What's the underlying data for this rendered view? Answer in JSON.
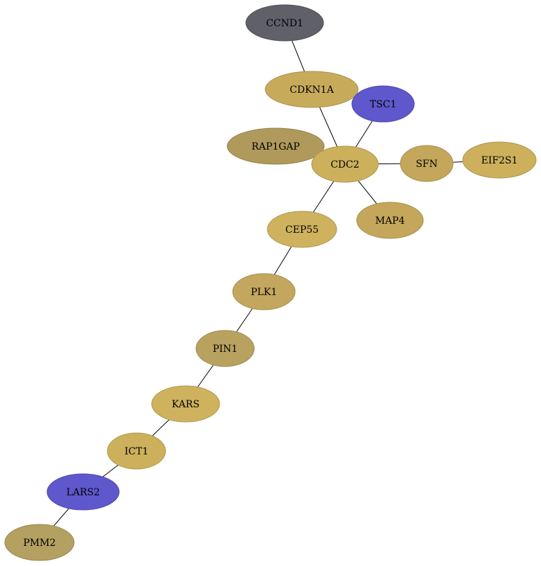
{
  "graph": {
    "nodes": [
      {
        "id": "CCND1",
        "label": "CCND1",
        "color": "#5f6068"
      },
      {
        "id": "CDKN1A",
        "label": "CDKN1A",
        "color": "#c8ab5a"
      },
      {
        "id": "TSC1",
        "label": "TSC1",
        "color": "#5e58cc"
      },
      {
        "id": "RAP1GAP",
        "label": "RAP1GAP",
        "color": "#af9a5c"
      },
      {
        "id": "CDC2",
        "label": "CDC2",
        "color": "#cdb05c"
      },
      {
        "id": "SFN",
        "label": "SFN",
        "color": "#c4a75a"
      },
      {
        "id": "EIF2S1",
        "label": "EIF2S1",
        "color": "#cdb05c"
      },
      {
        "id": "MAP4",
        "label": "MAP4",
        "color": "#c4a75a"
      },
      {
        "id": "CEP55",
        "label": "CEP55",
        "color": "#cfb25e"
      },
      {
        "id": "PLK1",
        "label": "PLK1",
        "color": "#c4a75e"
      },
      {
        "id": "PIN1",
        "label": "PIN1",
        "color": "#b9a160"
      },
      {
        "id": "KARS",
        "label": "KARS",
        "color": "#cfb25e"
      },
      {
        "id": "ICT1",
        "label": "ICT1",
        "color": "#cdb05c"
      },
      {
        "id": "LARS2",
        "label": "LARS2",
        "color": "#5e58cc"
      },
      {
        "id": "PMM2",
        "label": "PMM2",
        "color": "#b4a060"
      }
    ],
    "edges": [
      [
        "CCND1",
        "CDKN1A"
      ],
      [
        "CDKN1A",
        "CDC2"
      ],
      [
        "TSC1",
        "CDC2"
      ],
      [
        "CDC2",
        "SFN"
      ],
      [
        "SFN",
        "EIF2S1"
      ],
      [
        "CDC2",
        "MAP4"
      ],
      [
        "CDC2",
        "CEP55"
      ],
      [
        "CEP55",
        "PLK1"
      ],
      [
        "PLK1",
        "PIN1"
      ],
      [
        "PIN1",
        "KARS"
      ],
      [
        "KARS",
        "ICT1"
      ],
      [
        "ICT1",
        "LARS2"
      ],
      [
        "LARS2",
        "PMM2"
      ]
    ]
  }
}
